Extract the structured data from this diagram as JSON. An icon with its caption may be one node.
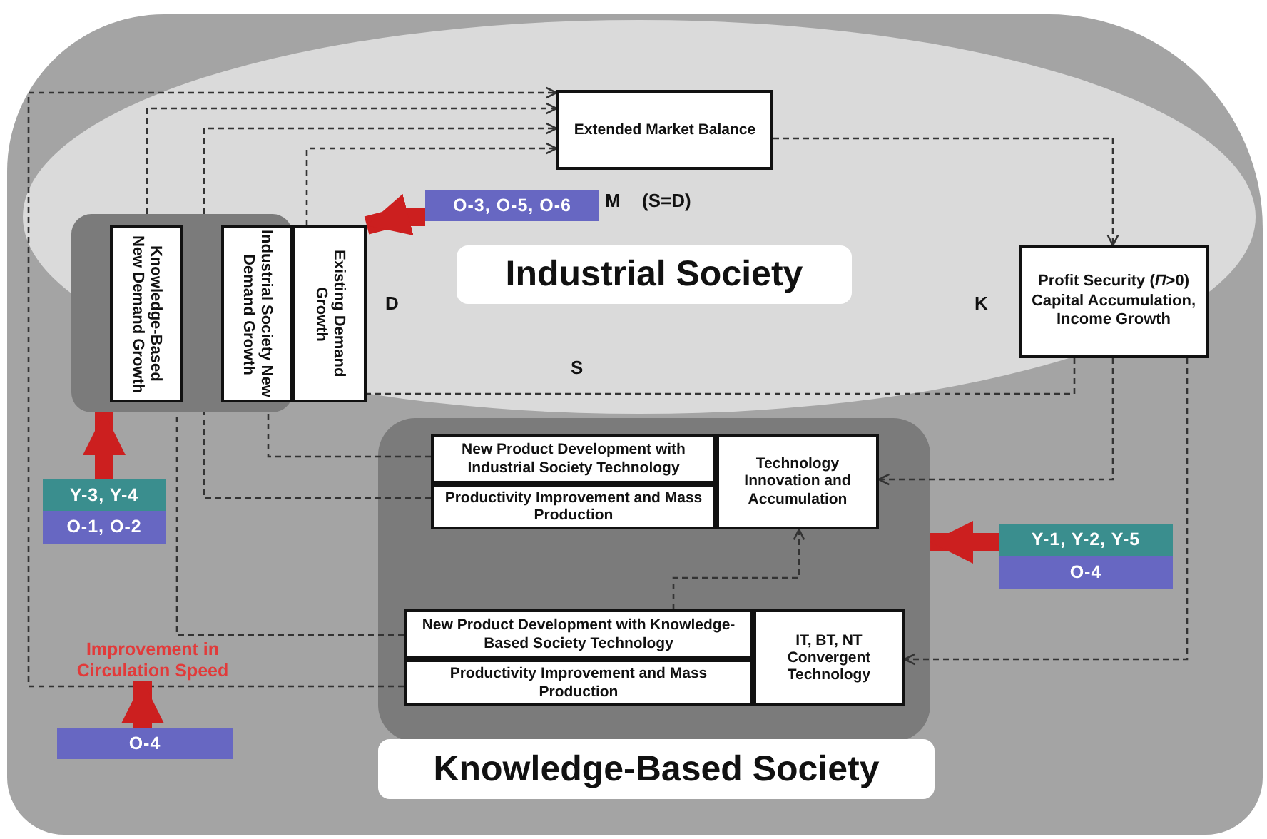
{
  "diagram": {
    "nodes": [
      {
        "text": [
          "Knowledge-Based Society"
        ]
      },
      {
        "text": [
          "Industrial Society"
        ],
        "in": 0
      },
      {
        "text": [
          "Extended Market Balance"
        ],
        "in": 1
      },
      {
        "text": [],
        "shape": "box",
        "in": 1
      },
      {
        "text": [
          "Knowledge-Based New Demand Growth"
        ],
        "in": 3
      },
      {
        "text": [
          "Industrial Society New Demand Growth"
        ],
        "in": 3
      },
      {
        "text": [
          "Existing Demand Growth"
        ],
        "in": 1
      },
      {
        "text": [
          "Profit Security (*Π*>0) Capital Accumulation, Income Growth"
        ],
        "in": 1
      },
      {
        "text": [],
        "shape": "box",
        "in": 0
      },
      {
        "text": [
          "New Product Development with Industrial Society Technology"
        ],
        "in": 8
      },
      {
        "text": [
          "Productivity Improvement and Mass Production"
        ],
        "in": 8
      },
      {
        "text": [
          "Technology Innovation and Accumulation"
        ],
        "in": 8
      },
      {
        "text": [
          "New Product Development with Knowledge-Based Society Technology"
        ],
        "in": 8
      },
      {
        "text": [
          "Productivity Improvement and Mass Production"
        ],
        "in": 8
      },
      {
        "text": [
          "IT, BT, NT Convergent Technology"
        ],
        "in": 8
      },
      {
        "text": [
          "O-3, O-5, O-6"
        ],
        "in": 1
      },
      {
        "text": [
          "Y-3, Y-4"
        ],
        "in": 0
      },
      {
        "text": [
          "O-1, O-2"
        ],
        "in": 0
      },
      {
        "text": [
          "Y-1, Y-2, Y-5"
        ],
        "in": 0
      },
      {
        "text": [
          "O-4"
        ],
        "in": 0
      },
      {
        "text": [
          "O-4"
        ],
        "in": 0
      },
      {
        "text": [
          "Improvement in Circulation Speed"
        ],
        "in": 0
      }
    ],
    "edges": [
      {
        "from": 13,
        "to": 2,
        "arrow": "to",
        "style": "dashed"
      },
      {
        "from": 12,
        "to": 3,
        "arrow": "none",
        "style": "dashed"
      },
      {
        "from": 3,
        "to": 2,
        "arrow": "to",
        "style": "dashed"
      },
      {
        "from": 10,
        "to": 3,
        "arrow": "none",
        "style": "dashed"
      },
      {
        "from": 3,
        "to": 2,
        "arrow": "to",
        "style": "dashed"
      },
      {
        "from": 9,
        "to": 3,
        "arrow": "none",
        "style": "dashed"
      },
      {
        "from": 6,
        "to": 2,
        "arrow": "to",
        "style": "dashed"
      },
      {
        "from": 2,
        "to": 7,
        "arrow": "to",
        "style": "dashed"
      },
      {
        "from": 7,
        "to": 6,
        "arrow": "none",
        "style": "dashed"
      },
      {
        "from": 7,
        "to": 11,
        "arrow": "to",
        "style": "dashed"
      },
      {
        "from": 7,
        "to": 14,
        "arrow": "to",
        "style": "dashed"
      },
      {
        "from": 12,
        "to": 11,
        "arrow": "to",
        "style": "dashed"
      },
      {
        "from": 15,
        "to": 6,
        "arrow": "to",
        "style": "thick",
        "color": "#cc1f1f"
      },
      {
        "from": 16,
        "to": 3,
        "arrow": "to",
        "style": "thick",
        "color": "#cc1f1f"
      },
      {
        "from": 18,
        "to": 8,
        "arrow": "to",
        "style": "thick",
        "color": "#cc1f1f"
      },
      {
        "from": 20,
        "to": 21,
        "arrow": "to",
        "style": "thick",
        "color": "#cc1f1f"
      }
    ],
    "labels": [
      "M",
      "(S=D)",
      "D",
      "S",
      "K"
    ]
  }
}
